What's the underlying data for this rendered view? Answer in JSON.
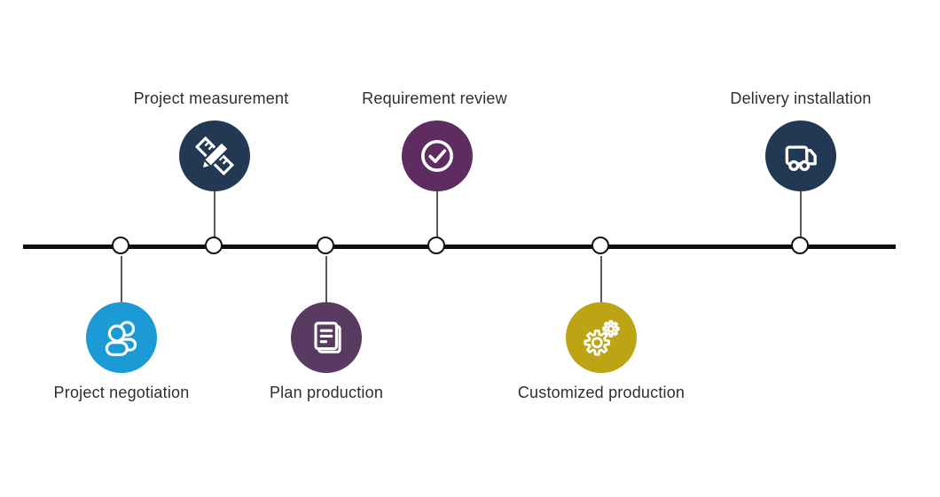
{
  "timeline": {
    "line_color": "#0e0e0e",
    "text_color": "#2e2e2e",
    "icon_color": "#ffffff",
    "steps": [
      {
        "label": "Project negotiation",
        "position": "below",
        "color": "#1b9ad6",
        "icon": "people-icon"
      },
      {
        "label": "Project measurement",
        "position": "above",
        "color": "#233853",
        "icon": "ruler-pencil-icon"
      },
      {
        "label": "Plan production",
        "position": "below",
        "color": "#583a62",
        "icon": "document-icon"
      },
      {
        "label": "Requirement review",
        "position": "above",
        "color": "#5e2c60",
        "icon": "check-circle-icon"
      },
      {
        "label": "Customized production",
        "position": "below",
        "color": "#bca414",
        "icon": "gears-icon"
      },
      {
        "label": "Delivery installation",
        "position": "above",
        "color": "#233853",
        "icon": "truck-icon"
      }
    ]
  }
}
